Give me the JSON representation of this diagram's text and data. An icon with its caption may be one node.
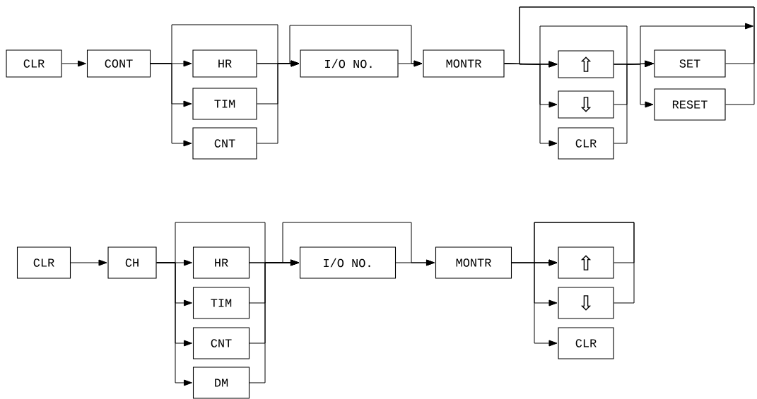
{
  "diagram": {
    "nodes": [
      {
        "text": [
          "CLR"
        ]
      },
      {
        "text": [
          "CONT"
        ]
      },
      {
        "text": [
          "HR"
        ]
      },
      {
        "text": [
          "TIM"
        ]
      },
      {
        "text": [
          "CNT"
        ]
      },
      {
        "text": [
          "I/O NO."
        ]
      },
      {
        "text": [
          "MONTR"
        ]
      },
      {
        "text": [
          "⇧"
        ]
      },
      {
        "text": [
          "⇩"
        ]
      },
      {
        "text": [
          "CLR"
        ]
      },
      {
        "text": [
          "SET"
        ]
      },
      {
        "text": [
          "RESET"
        ]
      },
      {
        "text": [
          "CLR"
        ]
      },
      {
        "text": [
          "CH"
        ]
      },
      {
        "text": [
          "HR"
        ]
      },
      {
        "text": [
          "TIM"
        ]
      },
      {
        "text": [
          "CNT"
        ]
      },
      {
        "text": [
          "DM"
        ]
      },
      {
        "text": [
          "I/O NO."
        ]
      },
      {
        "text": [
          "MONTR"
        ]
      },
      {
        "text": [
          "⇧"
        ]
      },
      {
        "text": [
          "⇩"
        ]
      },
      {
        "text": [
          "CLR"
        ]
      }
    ],
    "edges": [
      {
        "from": 0,
        "to": 1,
        "arrow": "to"
      },
      {
        "from": 1,
        "to": 2,
        "arrow": "to"
      },
      {
        "from": 1,
        "to": 3,
        "arrow": "to"
      },
      {
        "from": 1,
        "to": 4,
        "arrow": "to"
      },
      {
        "from": 1,
        "to": 5,
        "arrow": "to"
      },
      {
        "from": 2,
        "to": 5,
        "arrow": "to"
      },
      {
        "from": 3,
        "to": 5,
        "arrow": "to"
      },
      {
        "from": 4,
        "to": 5,
        "arrow": "to"
      },
      {
        "from": 5,
        "to": 6,
        "arrow": "to"
      },
      {
        "from": 2,
        "to": 6,
        "arrow": "to"
      },
      {
        "from": 6,
        "to": 7,
        "arrow": "to"
      },
      {
        "from": 6,
        "to": 8,
        "arrow": "to"
      },
      {
        "from": 6,
        "to": 9,
        "arrow": "to"
      },
      {
        "from": 6,
        "to": 10,
        "arrow": "to"
      },
      {
        "from": 7,
        "to": 10,
        "arrow": "to"
      },
      {
        "from": 8,
        "to": 10,
        "arrow": "to"
      },
      {
        "from": 9,
        "to": 10,
        "arrow": "to"
      },
      {
        "from": 7,
        "to": 11,
        "arrow": "to"
      },
      {
        "from": 7,
        "to": null,
        "arrow": "to"
      },
      {
        "from": 10,
        "to": 7,
        "arrow": "to"
      },
      {
        "from": 11,
        "to": 7,
        "arrow": "to"
      },
      {
        "from": 12,
        "to": 13,
        "arrow": "to"
      },
      {
        "from": 13,
        "to": 14,
        "arrow": "to"
      },
      {
        "from": 13,
        "to": 15,
        "arrow": "to"
      },
      {
        "from": 13,
        "to": 16,
        "arrow": "to"
      },
      {
        "from": 13,
        "to": 17,
        "arrow": "to"
      },
      {
        "from": 13,
        "to": 18,
        "arrow": "to"
      },
      {
        "from": 14,
        "to": 18,
        "arrow": "to"
      },
      {
        "from": 15,
        "to": 18,
        "arrow": "to"
      },
      {
        "from": 16,
        "to": 18,
        "arrow": "to"
      },
      {
        "from": 17,
        "to": 18,
        "arrow": "to"
      },
      {
        "from": 14,
        "to": 19,
        "arrow": "to"
      },
      {
        "from": 18,
        "to": 19,
        "arrow": "to"
      },
      {
        "from": 19,
        "to": 20,
        "arrow": "to"
      },
      {
        "from": 19,
        "to": 21,
        "arrow": "to"
      },
      {
        "from": 19,
        "to": 22,
        "arrow": "to"
      },
      {
        "from": 20,
        "to": 20,
        "arrow": "to"
      },
      {
        "from": 21,
        "to": 20,
        "arrow": "to"
      }
    ]
  }
}
